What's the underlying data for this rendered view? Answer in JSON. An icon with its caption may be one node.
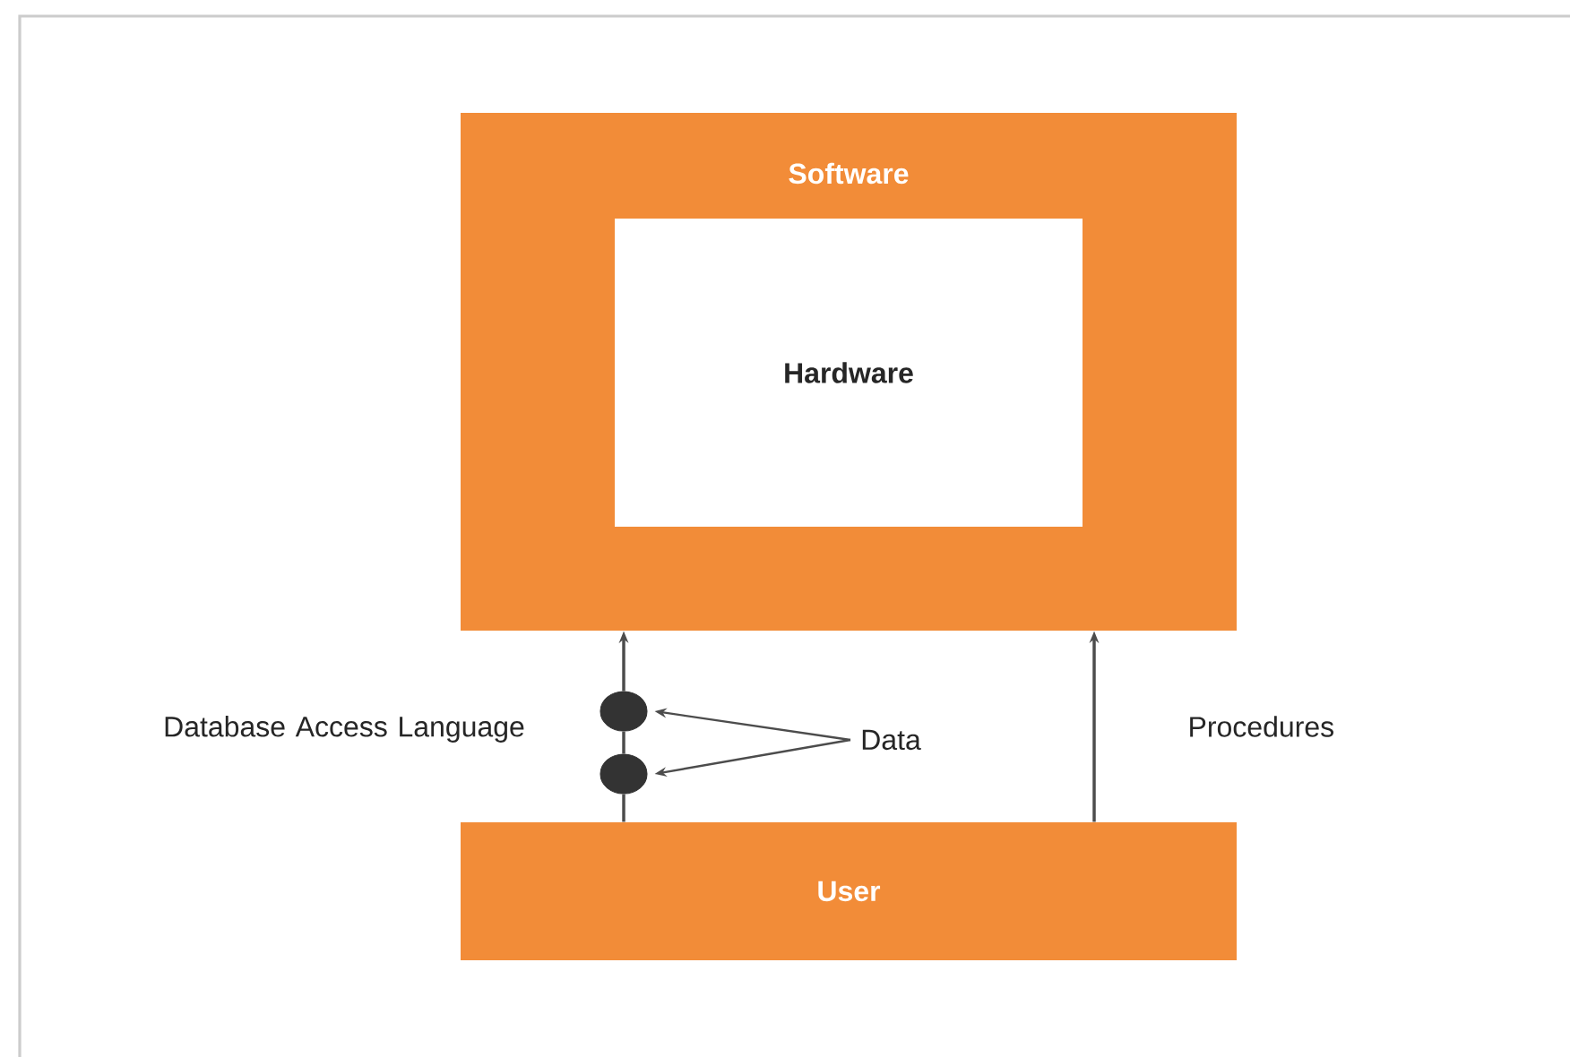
{
  "diagram": {
    "nodes": [
      {
        "text": [
          "Software"
        ]
      },
      {
        "text": [
          "Hardware"
        ],
        "in": 0
      },
      {
        "text": [
          "User"
        ]
      },
      {
        "text": [
          "Data"
        ]
      },
      {
        "text": [],
        "shape": "circle"
      },
      {
        "text": [],
        "shape": "circle"
      }
    ],
    "edges": [
      {
        "from": 2,
        "to": 5,
        "arrow": "none"
      },
      {
        "from": 5,
        "to": 4,
        "arrow": "none"
      },
      {
        "from": 4,
        "to": 0,
        "arrow": "to"
      },
      {
        "from": 2,
        "to": 0,
        "arrow": "to",
        "label": "Procedures"
      },
      {
        "from": 3,
        "to": 4,
        "arrow": "to"
      },
      {
        "from": 3,
        "to": 5,
        "arrow": "to"
      }
    ],
    "labels": [
      "Database Access Language"
    ]
  }
}
